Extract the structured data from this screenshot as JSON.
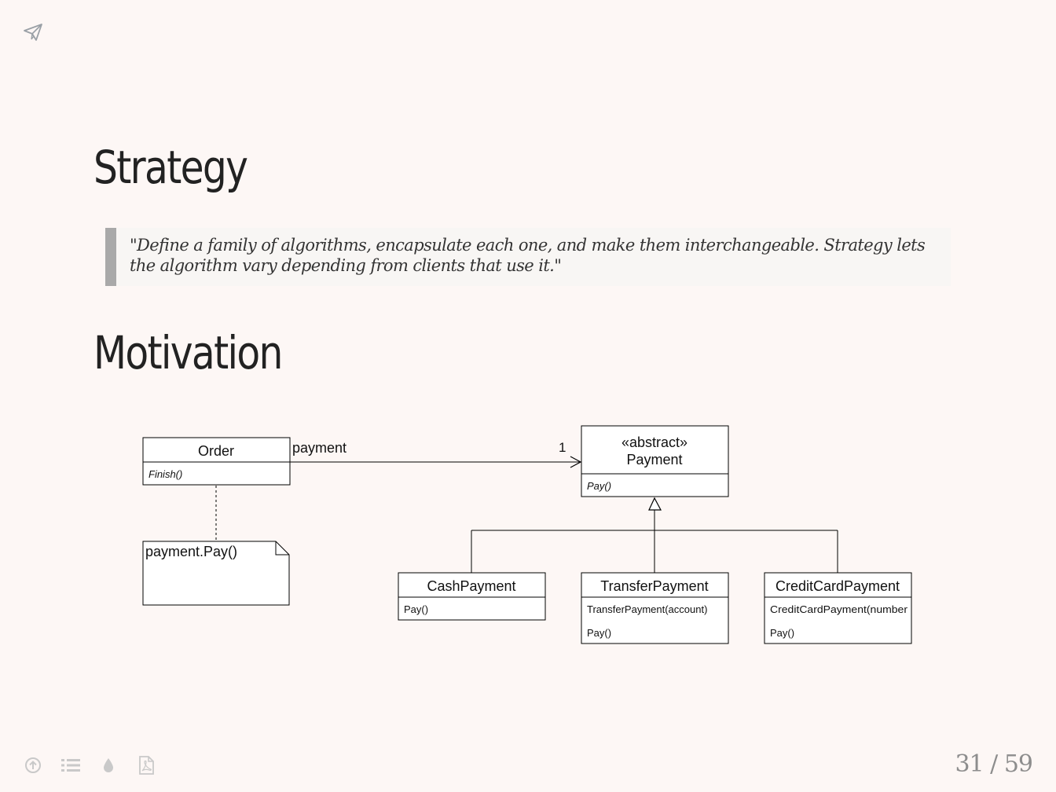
{
  "slide": {
    "title": "Strategy",
    "quote": "\"Define a family of algorithms, encapsulate each one, and make them interchangeable. Strategy lets the algorithm vary depending from clients that use it.\"",
    "section_title": "Motivation"
  },
  "diagram": {
    "order": {
      "name": "Order",
      "method": "Finish()"
    },
    "association": {
      "label": "payment",
      "multiplicity": "1"
    },
    "note": {
      "text": "payment.Pay()"
    },
    "payment": {
      "stereotype": "«abstract»",
      "name": "Payment",
      "method": "Pay()"
    },
    "cash": {
      "name": "CashPayment",
      "method": "Pay()"
    },
    "transfer": {
      "name": "TransferPayment",
      "ctor": "TransferPayment(account)",
      "method": "Pay()"
    },
    "creditcard": {
      "name": "CreditCardPayment",
      "ctor": "CreditCardPayment(number",
      "method": "Pay()"
    }
  },
  "toolbar": {
    "icons": [
      "up-circle-icon",
      "list-icon",
      "drop-icon",
      "pdf-icon"
    ]
  },
  "pager": {
    "current": "31",
    "separator": "/",
    "total": "59",
    "display": "31 / 59"
  },
  "colors": {
    "background": "#fdf7f5",
    "quote_bar": "#a9a9a9",
    "title": "#222222",
    "counter": "#8d8d8d"
  }
}
